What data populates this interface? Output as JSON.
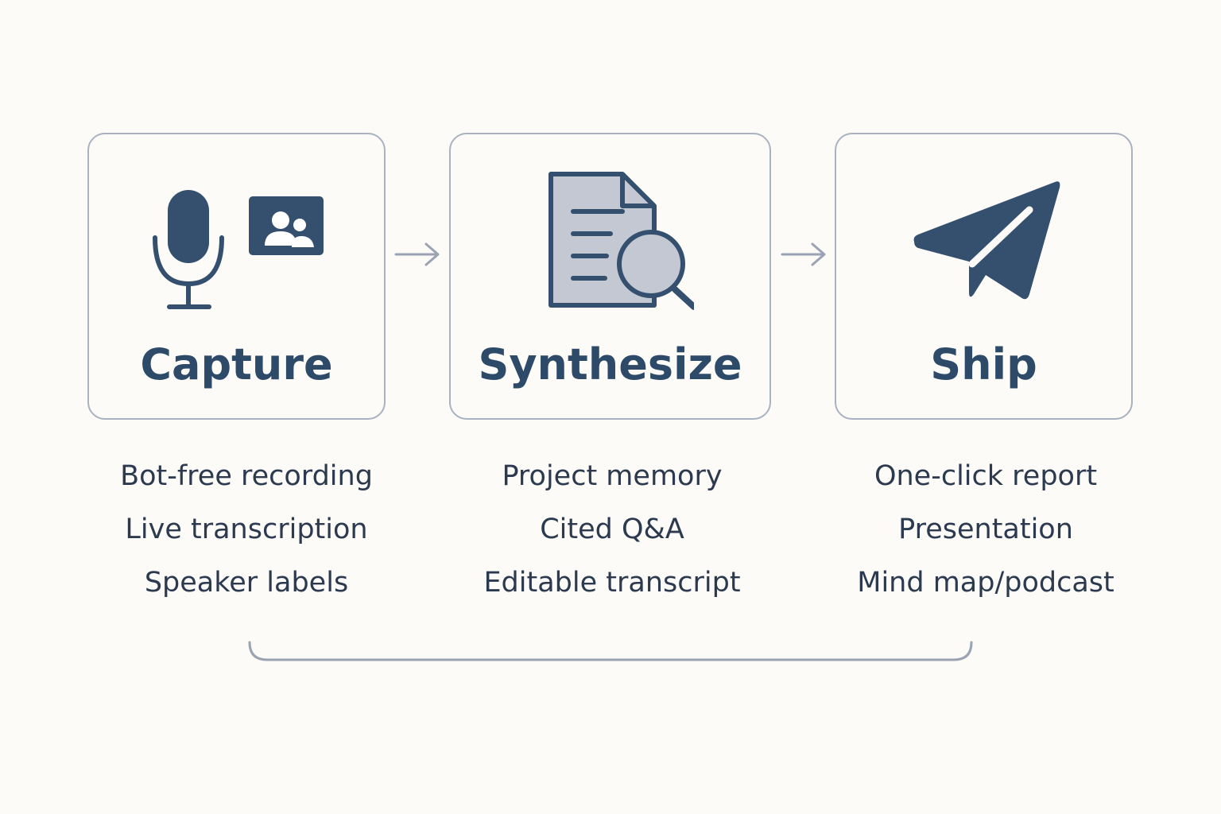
{
  "steps": [
    {
      "title": "Capture",
      "icon": "microphone-icon",
      "secondary_icon": "video-participants-icon",
      "features": [
        "Bot-free recording",
        "Live transcription",
        "Speaker labels"
      ]
    },
    {
      "title": "Synthesize",
      "icon": "document-search-icon",
      "features": [
        "Project memory",
        "Cited Q&A",
        "Editable transcript"
      ]
    },
    {
      "title": "Ship",
      "icon": "paper-plane-icon",
      "features": [
        "One-click report",
        "Presentation",
        "Mind map/podcast"
      ]
    }
  ],
  "colors": {
    "background": "#fcfbf8",
    "card_border": "#a9b2c0",
    "icon_primary": "#34506e",
    "icon_fill_light": "#c3c8d3",
    "title_text": "#2d4a69",
    "feature_text": "#2b3a4f",
    "connector": "#9aa3b2"
  }
}
